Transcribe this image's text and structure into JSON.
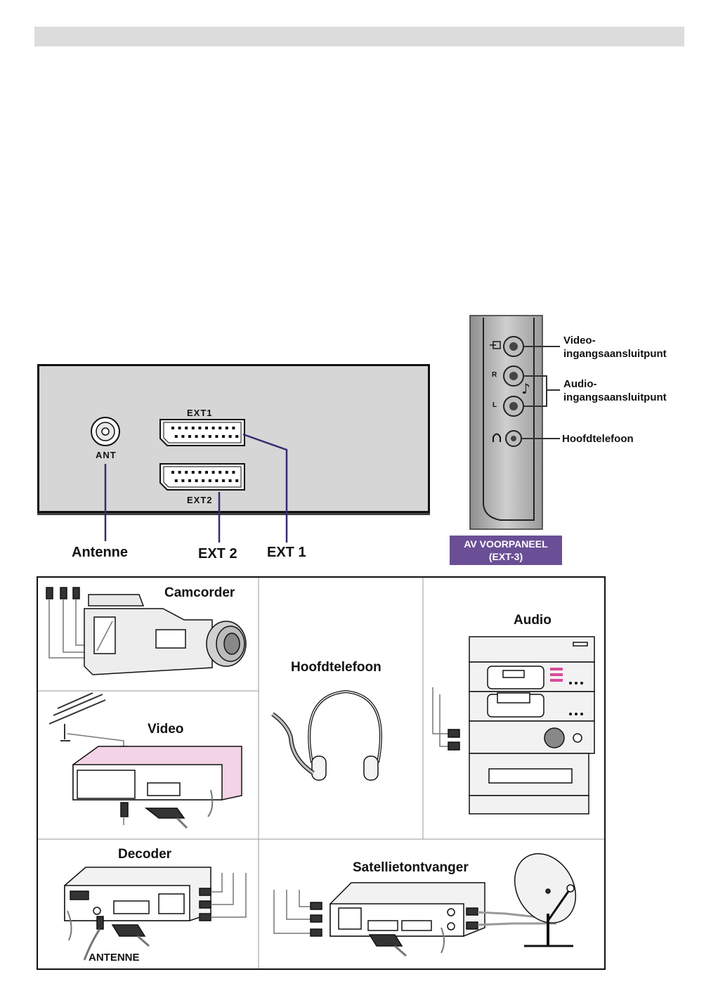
{
  "rear_panel": {
    "ext1_label": "EXT1",
    "ext2_label": "EXT2",
    "ant_label": "ANT"
  },
  "callouts": {
    "antenne": "Antenne",
    "ext2": "EXT 2",
    "ext1": "EXT 1"
  },
  "front_panel": {
    "jack_r": "R",
    "jack_l": "L",
    "video_label": [
      "Video-",
      "ingangsaansluitpunt"
    ],
    "audio_label": [
      "Audio-",
      "ingangsaansluitpunt"
    ],
    "headphone_label": "Hoofdtelefoon",
    "badge": [
      "AV VOORPANEEL",
      "(EXT-3)"
    ]
  },
  "devices": {
    "camcorder": "Camcorder",
    "headphones": "Hoofdtelefoon",
    "audio": "Audio",
    "video": "Video",
    "decoder": "Decoder",
    "decoder_antenna": "ANTENNE",
    "satellite": "Satellietontvanger"
  },
  "icons": [
    "antenna-socket-icon",
    "scart-connector-icon",
    "camcorder-icon",
    "headphones-icon",
    "hifi-stack-icon",
    "vcr-icon",
    "decoder-icon",
    "satellite-receiver-icon",
    "satellite-dish-icon",
    "headphone-jack-icon",
    "music-note-icon",
    "video-input-icon"
  ],
  "colors": {
    "callout_line": "#3a2a6e",
    "badge": "#6b4f96",
    "panel": "#d6d6d6",
    "vcr_pink": "#f3d3e6"
  }
}
